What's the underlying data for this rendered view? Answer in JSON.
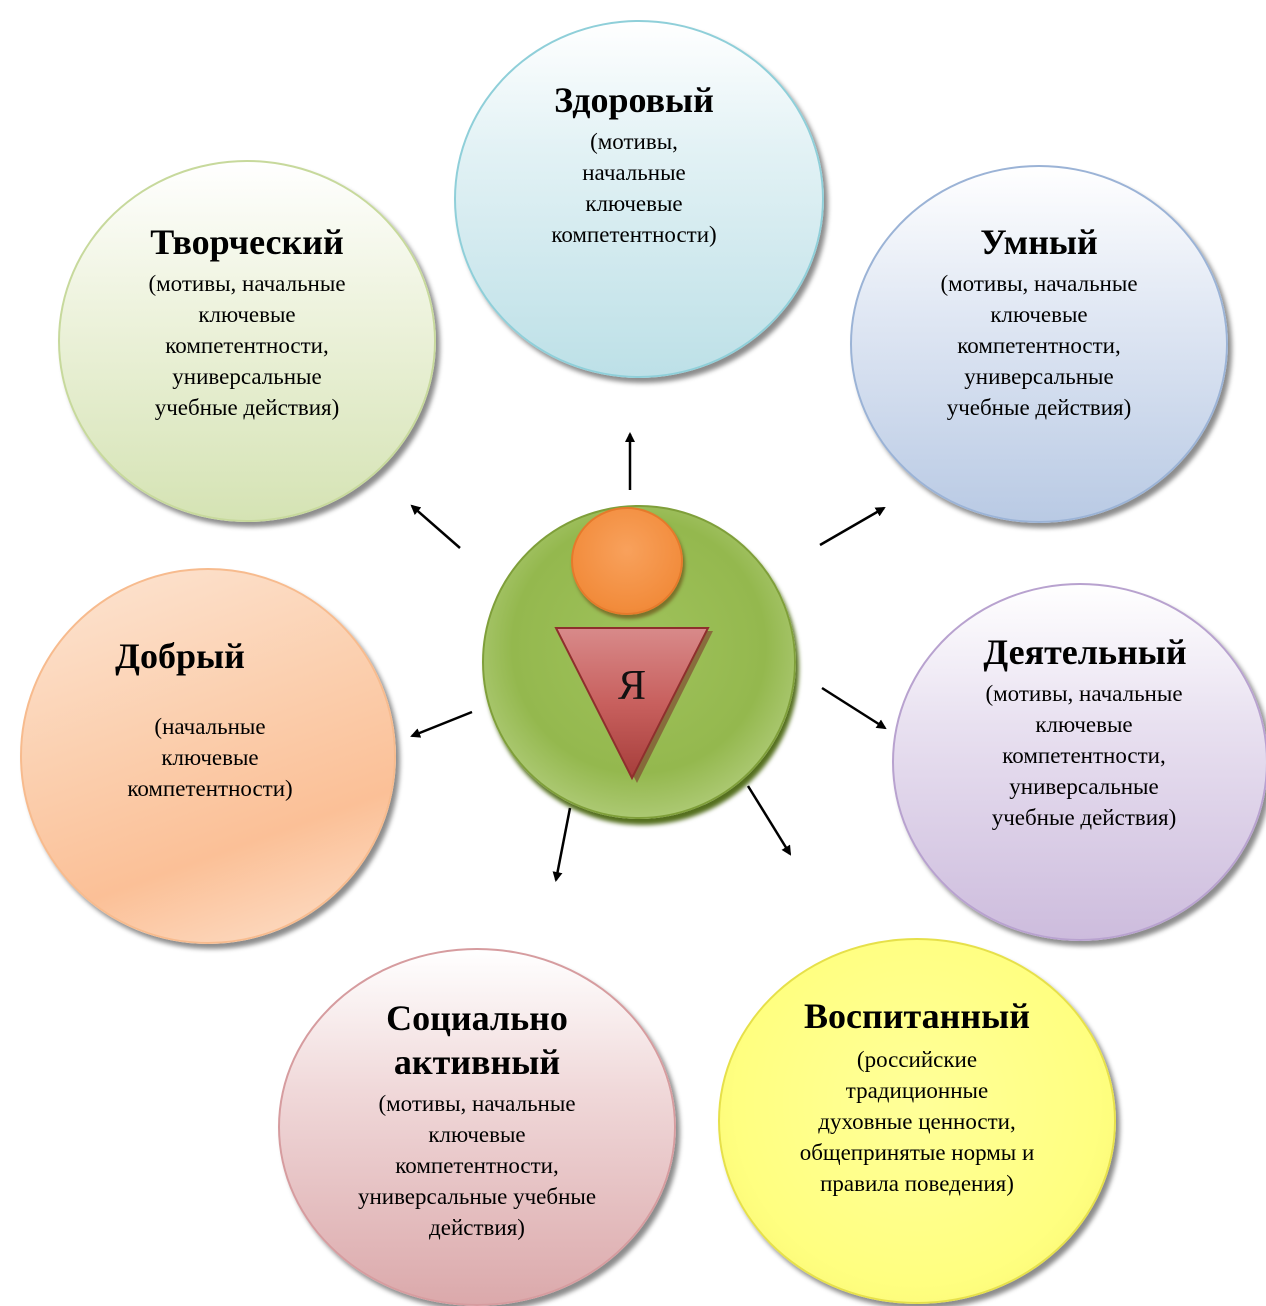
{
  "center": {
    "label": "Я"
  },
  "nodes": [
    {
      "key": "zdorovy",
      "title": "Здоровый",
      "description": "(мотивы,\nначальные\nключевые\nкомпетентности)"
    },
    {
      "key": "umny",
      "title": "Умный",
      "description": "(мотивы, начальные\nключевые\nкомпетентности,\nуниверсальные\nучебные действия)"
    },
    {
      "key": "tvorchesky",
      "title": "Творческий",
      "description": "(мотивы, начальные\nключевые\nкомпетентности,\nуниверсальные\nучебные действия)"
    },
    {
      "key": "dobry",
      "title": "Добрый",
      "description": "(начальные\nключевые\nкомпетентности)"
    },
    {
      "key": "deyatelny",
      "title": "Деятельный",
      "description": "(мотивы, начальные\nключевые\nкомпетентности,\nуниверсальные\nучебные действия)"
    },
    {
      "key": "socialno",
      "title": "Социально\nактивный",
      "description": "(мотивы, начальные\nключевые\nкомпетентности,\nуниверсальные учебные\nдействия)"
    },
    {
      "key": "vospitanny",
      "title": "Воспитанный",
      "description": "(российские\nтрадиционные\nдуховные ценности,\nобщепринятые нормы и\nправила поведения)"
    }
  ],
  "colors": {
    "zdorovy": "#bde0e7",
    "umny": "#b9cae4",
    "tvorchesky": "#d5e3b4",
    "dobry": "#fbc097",
    "deyatelny": "#cdbcdd",
    "socialno": "#dba9ab",
    "vospitanny": "#ffff80",
    "center": "#94b84e",
    "head": "#f28c3c",
    "body": "#c0504d"
  }
}
